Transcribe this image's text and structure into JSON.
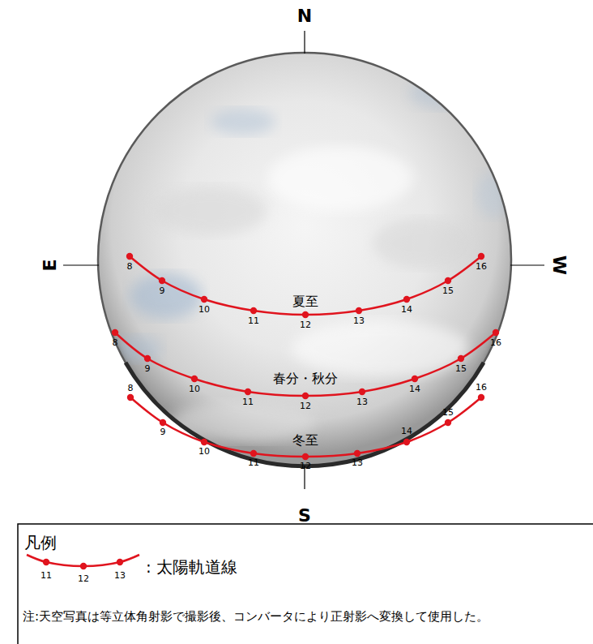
{
  "diagram": {
    "caption": "注:天空写真は等立体角射影で撮影後、コンバータにより正射影へ変換して使用した。",
    "labels": [
      "N",
      "E",
      "W",
      "S",
      "8",
      "9",
      "10",
      "11",
      "12",
      "13",
      "14",
      "15",
      "16",
      "夏至",
      "8",
      "9",
      "10",
      "11",
      "12",
      "13",
      "14",
      "15",
      "16",
      "春分・秋分",
      "8",
      "9",
      "10",
      "11",
      "12",
      "13",
      "14",
      "15",
      "16",
      "冬至",
      "11",
      "12",
      "13",
      "凡例"
    ],
    "legend": [
      {
        "text": ": 太陽軌道線"
      }
    ]
  }
}
